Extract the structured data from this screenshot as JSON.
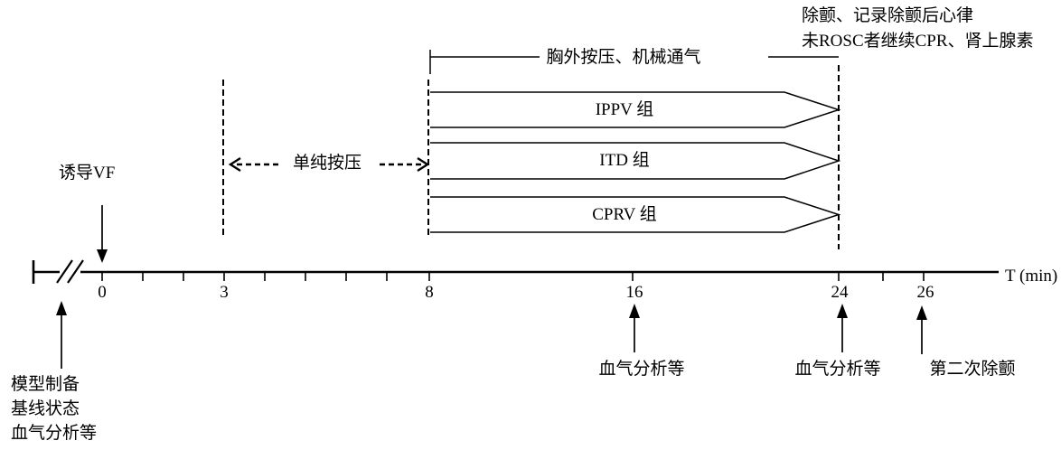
{
  "figure": {
    "background_color": "#ffffff",
    "line_color": "#000000"
  },
  "notes": {
    "top_right_line1": "除颤、记录除颤后心律",
    "top_right_line2": "未ROSC者继续CPR、肾上腺素",
    "bottom_left_line1": "模型制备",
    "bottom_left_line2": "基线状态",
    "bottom_left_line3": "血气分析等",
    "t16_label": "血气分析等",
    "t24_label": "血气分析等",
    "t26_label": "第二次除颤"
  },
  "phases": {
    "bracket_label": "胸外按压、机械通气",
    "compression_only_label": "单纯按压",
    "induce_vf_label": "诱导VF"
  },
  "groups": [
    {
      "label": "IPPV 组"
    },
    {
      "label": "ITD 组"
    },
    {
      "label": "CPRV 组"
    }
  ],
  "timeline": {
    "axis_label": "T (min)",
    "ticks": [
      "0",
      "3",
      "8",
      "16",
      "24",
      "26"
    ]
  }
}
